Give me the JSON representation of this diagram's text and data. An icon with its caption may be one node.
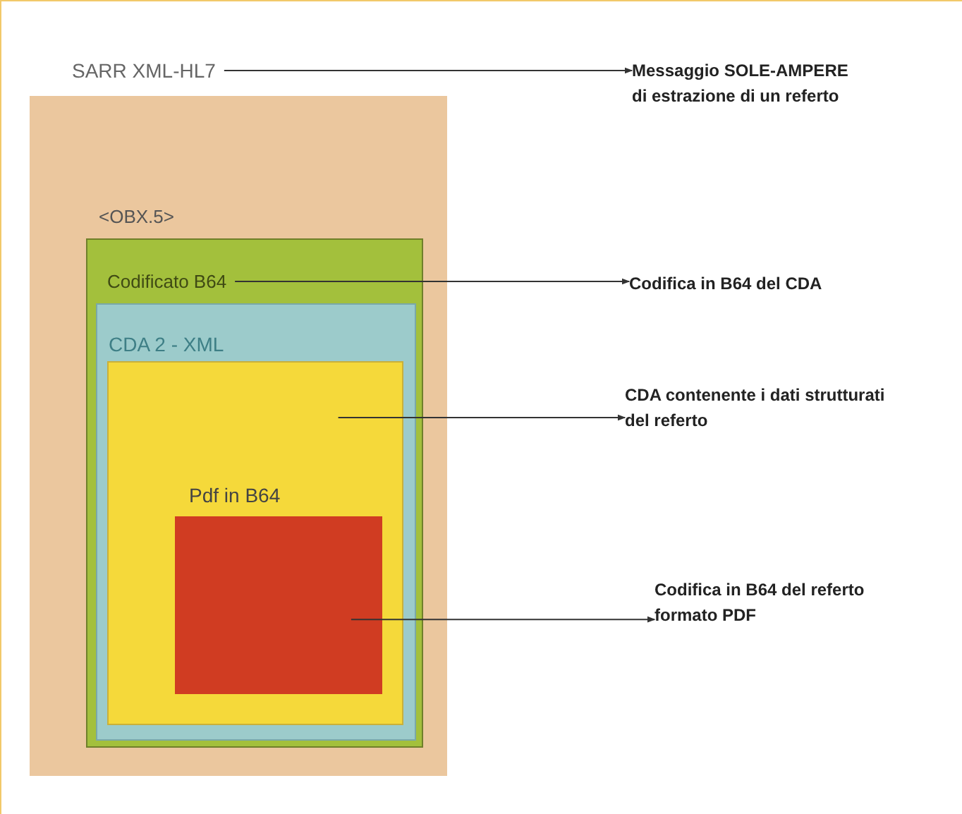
{
  "diagram": {
    "nodes": [
      {
        "text": [
          "SARR XML-HL7"
        ]
      },
      {
        "text": [
          "<OBX.5>",
          "Codificato B64"
        ],
        "in": 0
      },
      {
        "text": [
          "CDA 2 - XML"
        ],
        "in": 1
      },
      {
        "text": [],
        "shape": "box",
        "in": 2
      },
      {
        "text": [
          "Pdf in B64"
        ],
        "in": 3
      },
      {
        "text": [
          "Messaggio SOLE-AMPERE di estrazione di un referto"
        ]
      },
      {
        "text": [
          "Codifica in B64 del CDA"
        ]
      },
      {
        "text": [
          "CDA contenente i dati strutturati del referto"
        ]
      },
      {
        "text": [
          "Codifica in B64 del referto formato PDF"
        ]
      }
    ],
    "edges": [
      {
        "from": 0,
        "to": 5,
        "arrow": "to"
      },
      {
        "from": 1,
        "to": 6,
        "arrow": "to"
      },
      {
        "from": 3,
        "to": 7,
        "arrow": "to"
      },
      {
        "from": 4,
        "to": 8,
        "arrow": "to"
      }
    ]
  }
}
